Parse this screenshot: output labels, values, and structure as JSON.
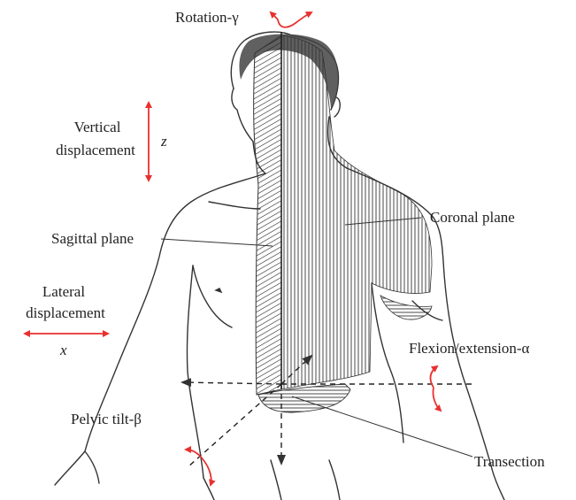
{
  "labels": {
    "rotation": "Rotation-γ",
    "vertical_line1": "Vertical",
    "vertical_line2": "displacement",
    "z_axis": "z",
    "coronal_plane": "Coronal plane",
    "sagittal_plane": "Sagittal plane",
    "lateral_line1": "Lateral",
    "lateral_line2": "displacement",
    "x_axis": "x",
    "flexion": "Flexion/extension-α",
    "pelvic_tilt": "Pelvic tilt-β",
    "transection": "Transection"
  },
  "colors": {
    "arrow_red": "#e8312f",
    "ink": "#2a2a2a"
  }
}
